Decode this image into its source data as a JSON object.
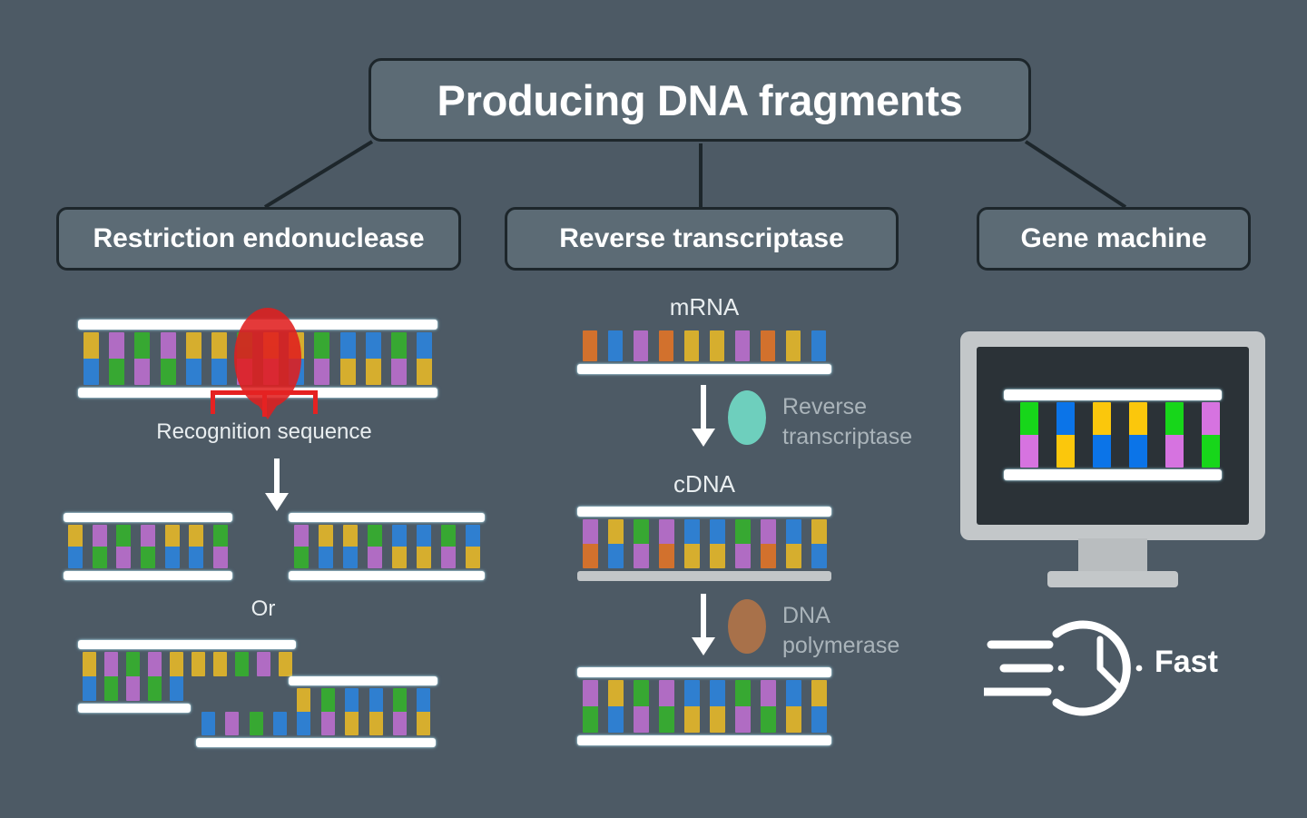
{
  "page": {
    "background_color": "#4d5a65",
    "box_fill_color": "#5c6b75",
    "box_border_color": "#1d262b"
  },
  "header": {
    "title": "Producing DNA fragments"
  },
  "categories": [
    {
      "id": "restriction",
      "label": "Restriction endonuclease"
    },
    {
      "id": "reverse",
      "label": "Reverse transcriptase"
    },
    {
      "id": "genemachine",
      "label": "Gene machine"
    }
  ],
  "palette": {
    "yellow": "#d6ae2e",
    "blue": "#2f7fd0",
    "green": "#37a832",
    "purple": "#b06cc3",
    "orange": "#d2712d",
    "bright_green": "#17d61a",
    "bright_blue": "#0b74e8",
    "bright_yellow": "#fbc70c",
    "bright_magenta": "#d673e0",
    "white_rail": "#ffffff",
    "gray_rail": "#c2c6c8",
    "enzyme_red": "#e01f1f",
    "reverse_transcriptase_oval": "#6ecfbd",
    "dna_polymerase_oval": "#a8714a",
    "screen_dark": "#2b3237",
    "bezel_gray": "#c3c7c9"
  },
  "restriction_column": {
    "enzyme_name": "restriction-endonuclease-enzyme",
    "recognition_label": "Recognition sequence",
    "or_label": "Or",
    "source_dna": {
      "rails": [
        "white",
        "white"
      ],
      "bases": [
        [
          "yellow",
          "blue"
        ],
        [
          "purple",
          "green"
        ],
        [
          "green",
          "purple"
        ],
        [
          "purple",
          "green"
        ],
        [
          "yellow",
          "blue"
        ],
        [
          "yellow",
          "blue"
        ],
        [
          "green",
          "purple"
        ],
        [
          "yellow",
          "purple"
        ],
        [
          "yellow",
          "blue"
        ],
        [
          "green",
          "purple"
        ],
        [
          "blue",
          "yellow"
        ],
        [
          "blue",
          "yellow"
        ],
        [
          "green",
          "purple"
        ],
        [
          "blue",
          "yellow"
        ]
      ]
    },
    "blunt_fragment_left": {
      "bases": [
        [
          "yellow",
          "blue"
        ],
        [
          "purple",
          "green"
        ],
        [
          "green",
          "purple"
        ],
        [
          "purple",
          "green"
        ],
        [
          "yellow",
          "blue"
        ],
        [
          "yellow",
          "blue"
        ],
        [
          "green",
          "purple"
        ]
      ]
    },
    "blunt_fragment_right": {
      "bases": [
        [
          "purple",
          "green"
        ],
        [
          "yellow",
          "blue"
        ],
        [
          "yellow",
          "blue"
        ],
        [
          "green",
          "purple"
        ],
        [
          "blue",
          "yellow"
        ],
        [
          "blue",
          "yellow"
        ],
        [
          "green",
          "purple"
        ],
        [
          "blue",
          "yellow"
        ]
      ]
    },
    "sticky_fragment_left": {
      "paired": [
        [
          "yellow",
          "blue"
        ],
        [
          "purple",
          "green"
        ],
        [
          "green",
          "purple"
        ],
        [
          "purple",
          "green"
        ],
        [
          "yellow",
          "blue"
        ]
      ],
      "overhang_top": [
        "yellow",
        "yellow",
        "green",
        "purple",
        "yellow"
      ]
    },
    "sticky_fragment_right": {
      "overhang_bottom": [
        "blue",
        "purple",
        "green",
        "blue"
      ],
      "paired": [
        [
          "yellow",
          "blue"
        ],
        [
          "green",
          "purple"
        ],
        [
          "blue",
          "yellow"
        ],
        [
          "blue",
          "yellow"
        ],
        [
          "green",
          "purple"
        ],
        [
          "blue",
          "yellow"
        ]
      ]
    }
  },
  "reverse_column": {
    "mrna_label": "mRNA",
    "cdna_label": "cDNA",
    "enzyme_1_label": "Reverse transcriptase",
    "enzyme_1_line1": "Reverse",
    "enzyme_1_line2": "transcriptase",
    "enzyme_2_label": "DNA polymerase",
    "enzyme_2_line1": "DNA",
    "enzyme_2_line2": "polymerase",
    "mrna": {
      "rail": "white",
      "bases": [
        "orange",
        "blue",
        "purple",
        "orange",
        "yellow",
        "yellow",
        "purple",
        "orange",
        "yellow",
        "blue"
      ]
    },
    "cdna": {
      "top_rail": "white",
      "bottom_rail": "gray",
      "bases": [
        [
          "purple",
          "orange"
        ],
        [
          "yellow",
          "blue"
        ],
        [
          "green",
          "purple"
        ],
        [
          "purple",
          "orange"
        ],
        [
          "blue",
          "yellow"
        ],
        [
          "blue",
          "yellow"
        ],
        [
          "green",
          "purple"
        ],
        [
          "purple",
          "orange"
        ],
        [
          "blue",
          "yellow"
        ],
        [
          "yellow",
          "blue"
        ]
      ]
    },
    "double_dna": {
      "rails": [
        "white",
        "white"
      ],
      "bases": [
        [
          "purple",
          "green"
        ],
        [
          "yellow",
          "blue"
        ],
        [
          "green",
          "purple"
        ],
        [
          "purple",
          "green"
        ],
        [
          "blue",
          "yellow"
        ],
        [
          "blue",
          "yellow"
        ],
        [
          "green",
          "purple"
        ],
        [
          "purple",
          "green"
        ],
        [
          "blue",
          "yellow"
        ],
        [
          "yellow",
          "blue"
        ]
      ]
    }
  },
  "gene_machine_column": {
    "monitor_name": "gene-machine-monitor",
    "fast_label": "Fast",
    "screen_dna": {
      "bases": [
        [
          "bright_green",
          "bright_magenta"
        ],
        [
          "bright_blue",
          "bright_yellow"
        ],
        [
          "bright_yellow",
          "bright_blue"
        ],
        [
          "bright_yellow",
          "bright_blue"
        ],
        [
          "bright_green",
          "bright_magenta"
        ],
        [
          "bright_magenta",
          "bright_green"
        ]
      ]
    }
  }
}
